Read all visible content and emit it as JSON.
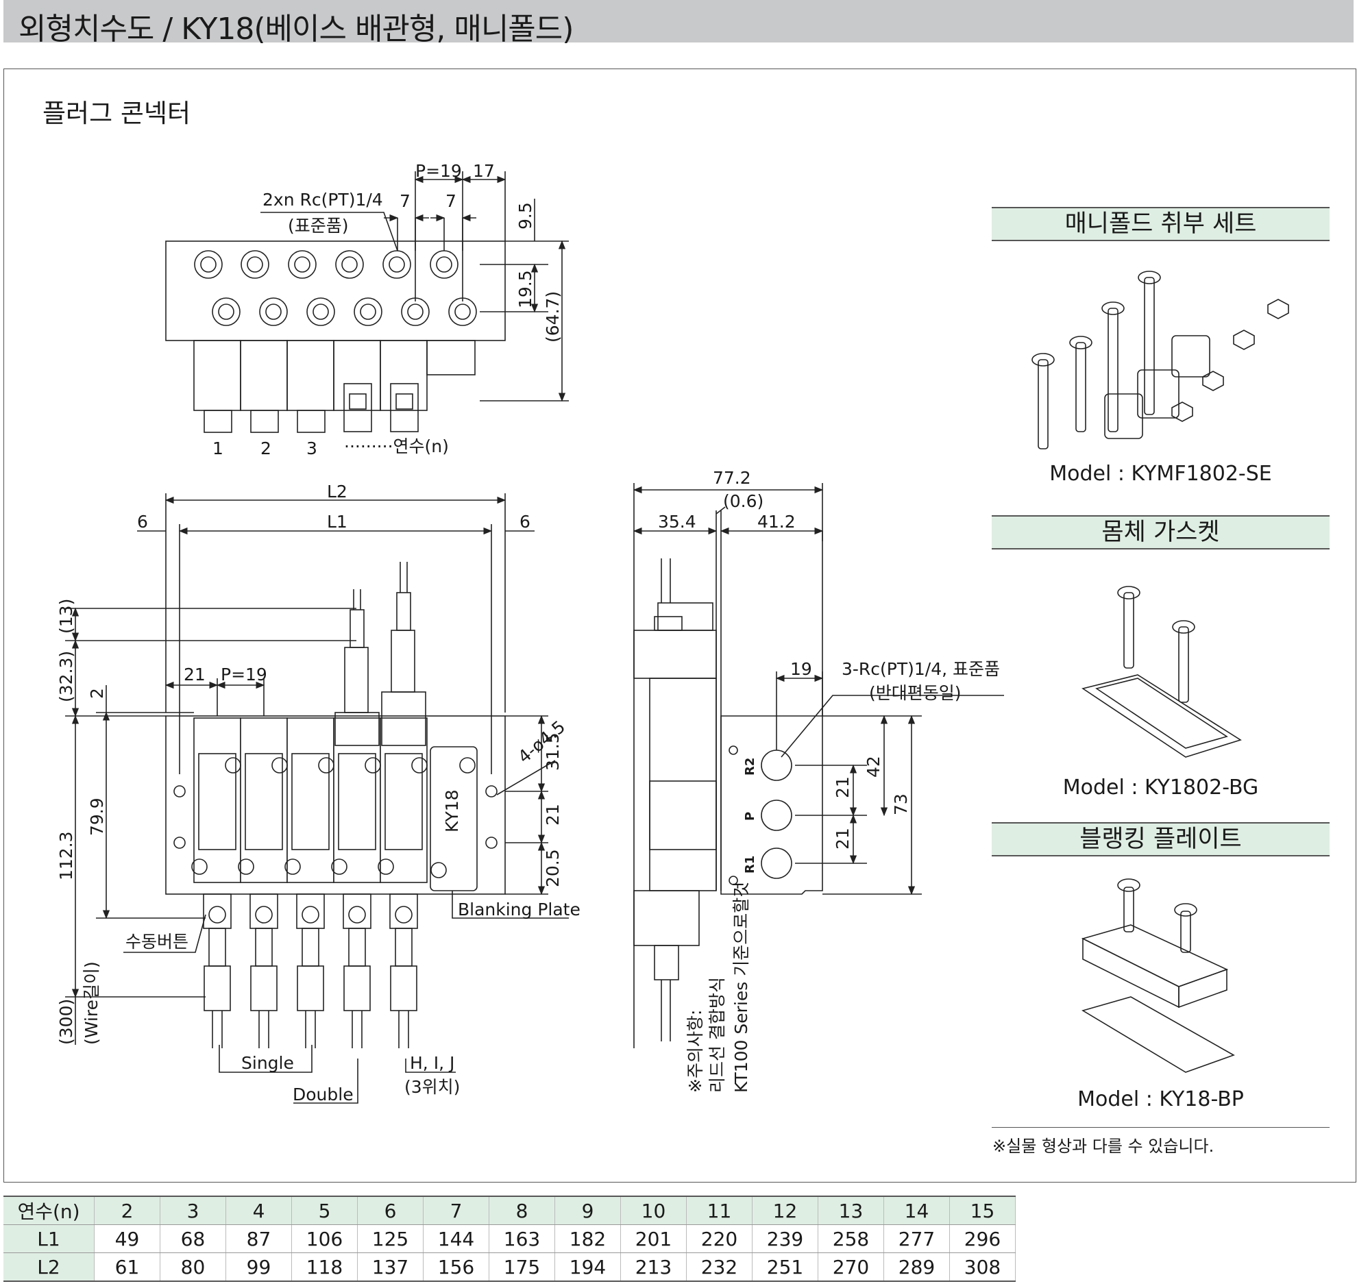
{
  "page": {
    "title": "외형치수도 / KY18(베이스 배관형, 매니폴드)",
    "section": "플러그 콘넥터"
  },
  "top_view": {
    "port_label": "2xn Rc(PT)1/4",
    "port_sub": "(표준품)",
    "pitch": "P=19",
    "end_dim": "17",
    "dim_7a": "7",
    "dim_7b": "7",
    "dim_9_5": "9.5",
    "dim_19_5": "19.5",
    "dim_64_7": "(64.7)",
    "station_1": "1",
    "station_2": "2",
    "station_3": "3",
    "station_n": "·········연수(n)"
  },
  "front_view": {
    "L2": "L2",
    "L1": "L1",
    "six_left": "6",
    "six_right": "6",
    "dim_13": "(13)",
    "dim_32_3": "(32.3)",
    "dim_2": "2",
    "dim_21": "21",
    "pitch": "P=19",
    "dim_79_9": "79.9",
    "dim_112_3": "112.3",
    "dim_300": "(300)",
    "wire": "(Wire길이)",
    "dim_31_5": "31.5",
    "dim_21b": "21",
    "dim_20_5": "20.5",
    "hole": "4-ø4.5",
    "blanking": "Blanking Plate",
    "manual": "수동버튼",
    "single": "Single",
    "double": "Double",
    "hij": "H, I, J",
    "three_pos": "(3위치)",
    "model_tag": "KY18"
  },
  "side_view": {
    "dim_77_2": "77.2",
    "dim_0_6": "(0.6)",
    "dim_35_4": "35.4",
    "dim_41_2": "41.2",
    "dim_19": "19",
    "port": "3-Rc(PT)1/4, 표준품",
    "port_sub": "(반대편동일)",
    "dim_42": "42",
    "dim_73": "73",
    "dim_21a": "21",
    "dim_21b": "21",
    "r2": "R2",
    "p": "P",
    "r1": "R1",
    "caution_1": "※주의사항:",
    "caution_2": "리드선 결합방식",
    "caution_3": "KT100 Series 기준으로할것"
  },
  "panels": [
    {
      "title": "매니폴드 취부 세트",
      "model": "Model : KYMF1802-SE"
    },
    {
      "title": "몸체 가스켓",
      "model": "Model : KY1802-BG"
    },
    {
      "title": "블랭킹 플레이트",
      "model": "Model : KY18-BP"
    }
  ],
  "note": "※실물 형상과 다를 수 있습니다.",
  "table": {
    "header": "연수(n)",
    "n": [
      "2",
      "3",
      "4",
      "5",
      "6",
      "7",
      "8",
      "9",
      "10",
      "11",
      "12",
      "13",
      "14",
      "15"
    ],
    "rows": [
      {
        "label": "L1",
        "values": [
          "49",
          "68",
          "87",
          "106",
          "125",
          "144",
          "163",
          "182",
          "201",
          "220",
          "239",
          "258",
          "277",
          "296"
        ]
      },
      {
        "label": "L2",
        "values": [
          "61",
          "80",
          "99",
          "118",
          "137",
          "156",
          "175",
          "194",
          "213",
          "232",
          "251",
          "270",
          "289",
          "308"
        ]
      }
    ]
  }
}
